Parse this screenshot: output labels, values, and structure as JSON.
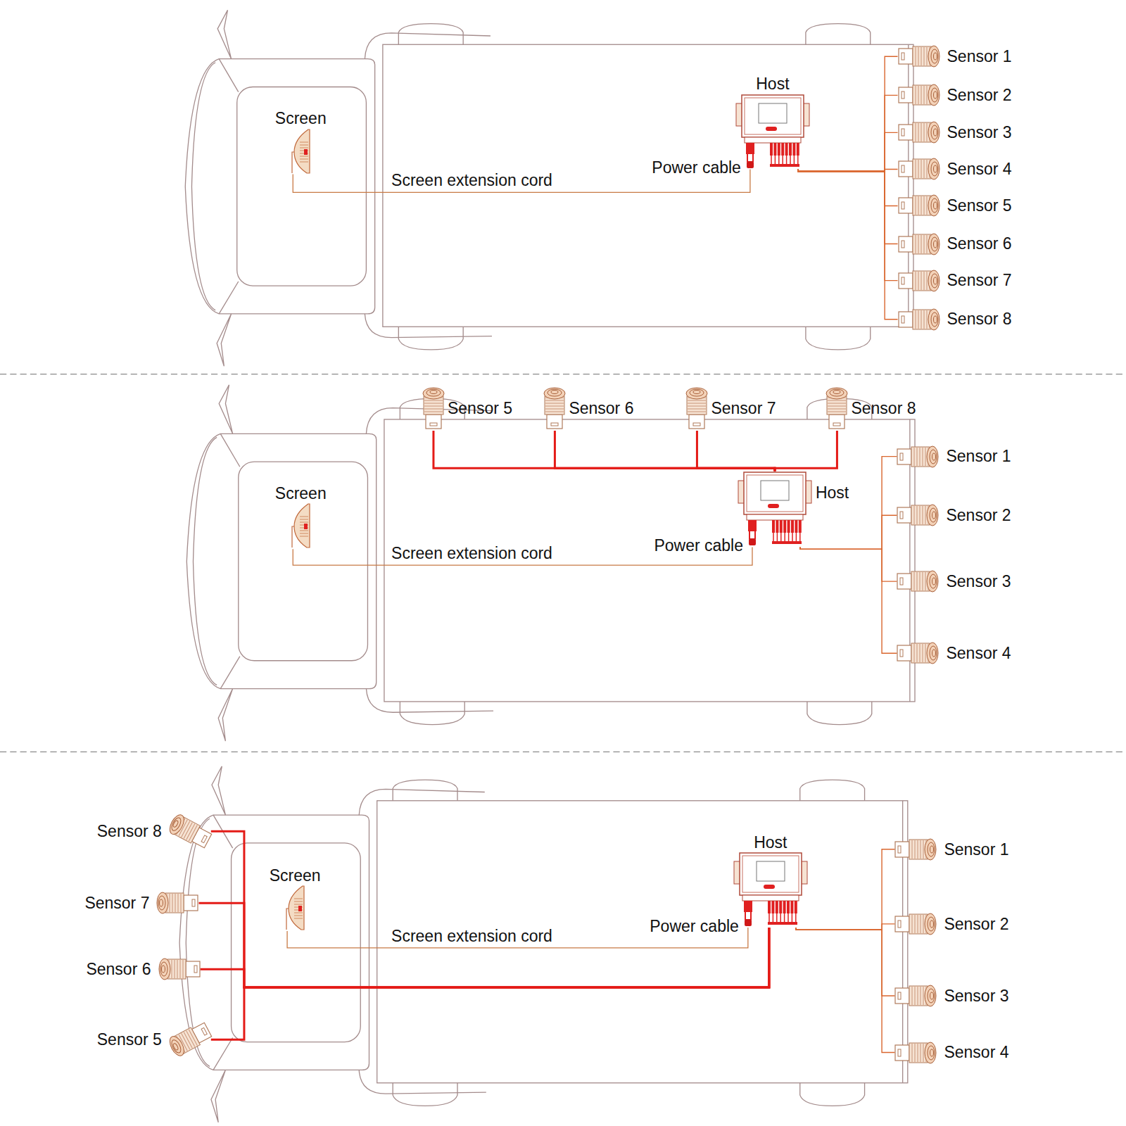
{
  "diagram": {
    "nodes": [
      {
        "text": [
          "Screen"
        ]
      },
      {
        "text": [
          "Host"
        ]
      },
      {
        "text": [
          "Sensor 1"
        ]
      },
      {
        "text": [
          "Sensor 2"
        ]
      },
      {
        "text": [
          "Sensor 3"
        ]
      },
      {
        "text": [
          "Sensor 4"
        ]
      },
      {
        "text": [
          "Sensor 5"
        ]
      },
      {
        "text": [
          "Sensor 6"
        ]
      },
      {
        "text": [
          "Sensor 7"
        ]
      },
      {
        "text": [
          "Sensor 8"
        ]
      },
      {
        "text": [
          "Screen"
        ]
      },
      {
        "text": [
          "Host"
        ]
      },
      {
        "text": [
          "Sensor 1"
        ]
      },
      {
        "text": [
          "Sensor 2"
        ]
      },
      {
        "text": [
          "Sensor 3"
        ]
      },
      {
        "text": [
          "Sensor 4"
        ]
      },
      {
        "text": [
          "Sensor 5"
        ]
      },
      {
        "text": [
          "Sensor 6"
        ]
      },
      {
        "text": [
          "Sensor 7"
        ]
      },
      {
        "text": [
          "Sensor 8"
        ]
      },
      {
        "text": [
          "Screen"
        ]
      },
      {
        "text": [
          "Host"
        ]
      },
      {
        "text": [
          "Sensor 1"
        ]
      },
      {
        "text": [
          "Sensor 2"
        ]
      },
      {
        "text": [
          "Sensor 3"
        ]
      },
      {
        "text": [
          "Sensor 4"
        ]
      },
      {
        "text": [
          "Sensor 5"
        ]
      },
      {
        "text": [
          "Sensor 6"
        ]
      },
      {
        "text": [
          "Sensor 7"
        ]
      },
      {
        "text": [
          "Sensor 8"
        ]
      }
    ],
    "edges": [
      {
        "from": 0,
        "to": 1,
        "label": "Screen extension cord",
        "arrow": "none"
      },
      {
        "from": 1,
        "to": 2,
        "arrow": "none"
      },
      {
        "from": 1,
        "to": 3,
        "arrow": "none"
      },
      {
        "from": 1,
        "to": 4,
        "arrow": "none"
      },
      {
        "from": 1,
        "to": 5,
        "arrow": "none"
      },
      {
        "from": 1,
        "to": 6,
        "arrow": "none"
      },
      {
        "from": 1,
        "to": 7,
        "arrow": "none"
      },
      {
        "from": 1,
        "to": 8,
        "arrow": "none"
      },
      {
        "from": 1,
        "to": 9,
        "arrow": "none"
      },
      {
        "from": 10,
        "to": 11,
        "label": "Screen extension cord",
        "arrow": "none"
      },
      {
        "from": 11,
        "to": 12,
        "arrow": "none"
      },
      {
        "from": 11,
        "to": 13,
        "arrow": "none"
      },
      {
        "from": 11,
        "to": 14,
        "arrow": "none"
      },
      {
        "from": 11,
        "to": 15,
        "arrow": "none"
      },
      {
        "from": 11,
        "to": 16,
        "arrow": "none"
      },
      {
        "from": 11,
        "to": 17,
        "arrow": "none"
      },
      {
        "from": 11,
        "to": 18,
        "arrow": "none"
      },
      {
        "from": 11,
        "to": 19,
        "arrow": "none"
      },
      {
        "from": 20,
        "to": 21,
        "label": "Screen extension cord",
        "arrow": "none"
      },
      {
        "from": 21,
        "to": 22,
        "arrow": "none"
      },
      {
        "from": 21,
        "to": 23,
        "arrow": "none"
      },
      {
        "from": 21,
        "to": 24,
        "arrow": "none"
      },
      {
        "from": 21,
        "to": 25,
        "arrow": "none"
      },
      {
        "from": 21,
        "to": 26,
        "arrow": "none"
      },
      {
        "from": 21,
        "to": 27,
        "arrow": "none"
      },
      {
        "from": 21,
        "to": 28,
        "arrow": "none"
      },
      {
        "from": 21,
        "to": 29,
        "arrow": "none"
      }
    ],
    "labels": [
      "Power cable",
      "Power cable",
      "Power cable"
    ]
  }
}
